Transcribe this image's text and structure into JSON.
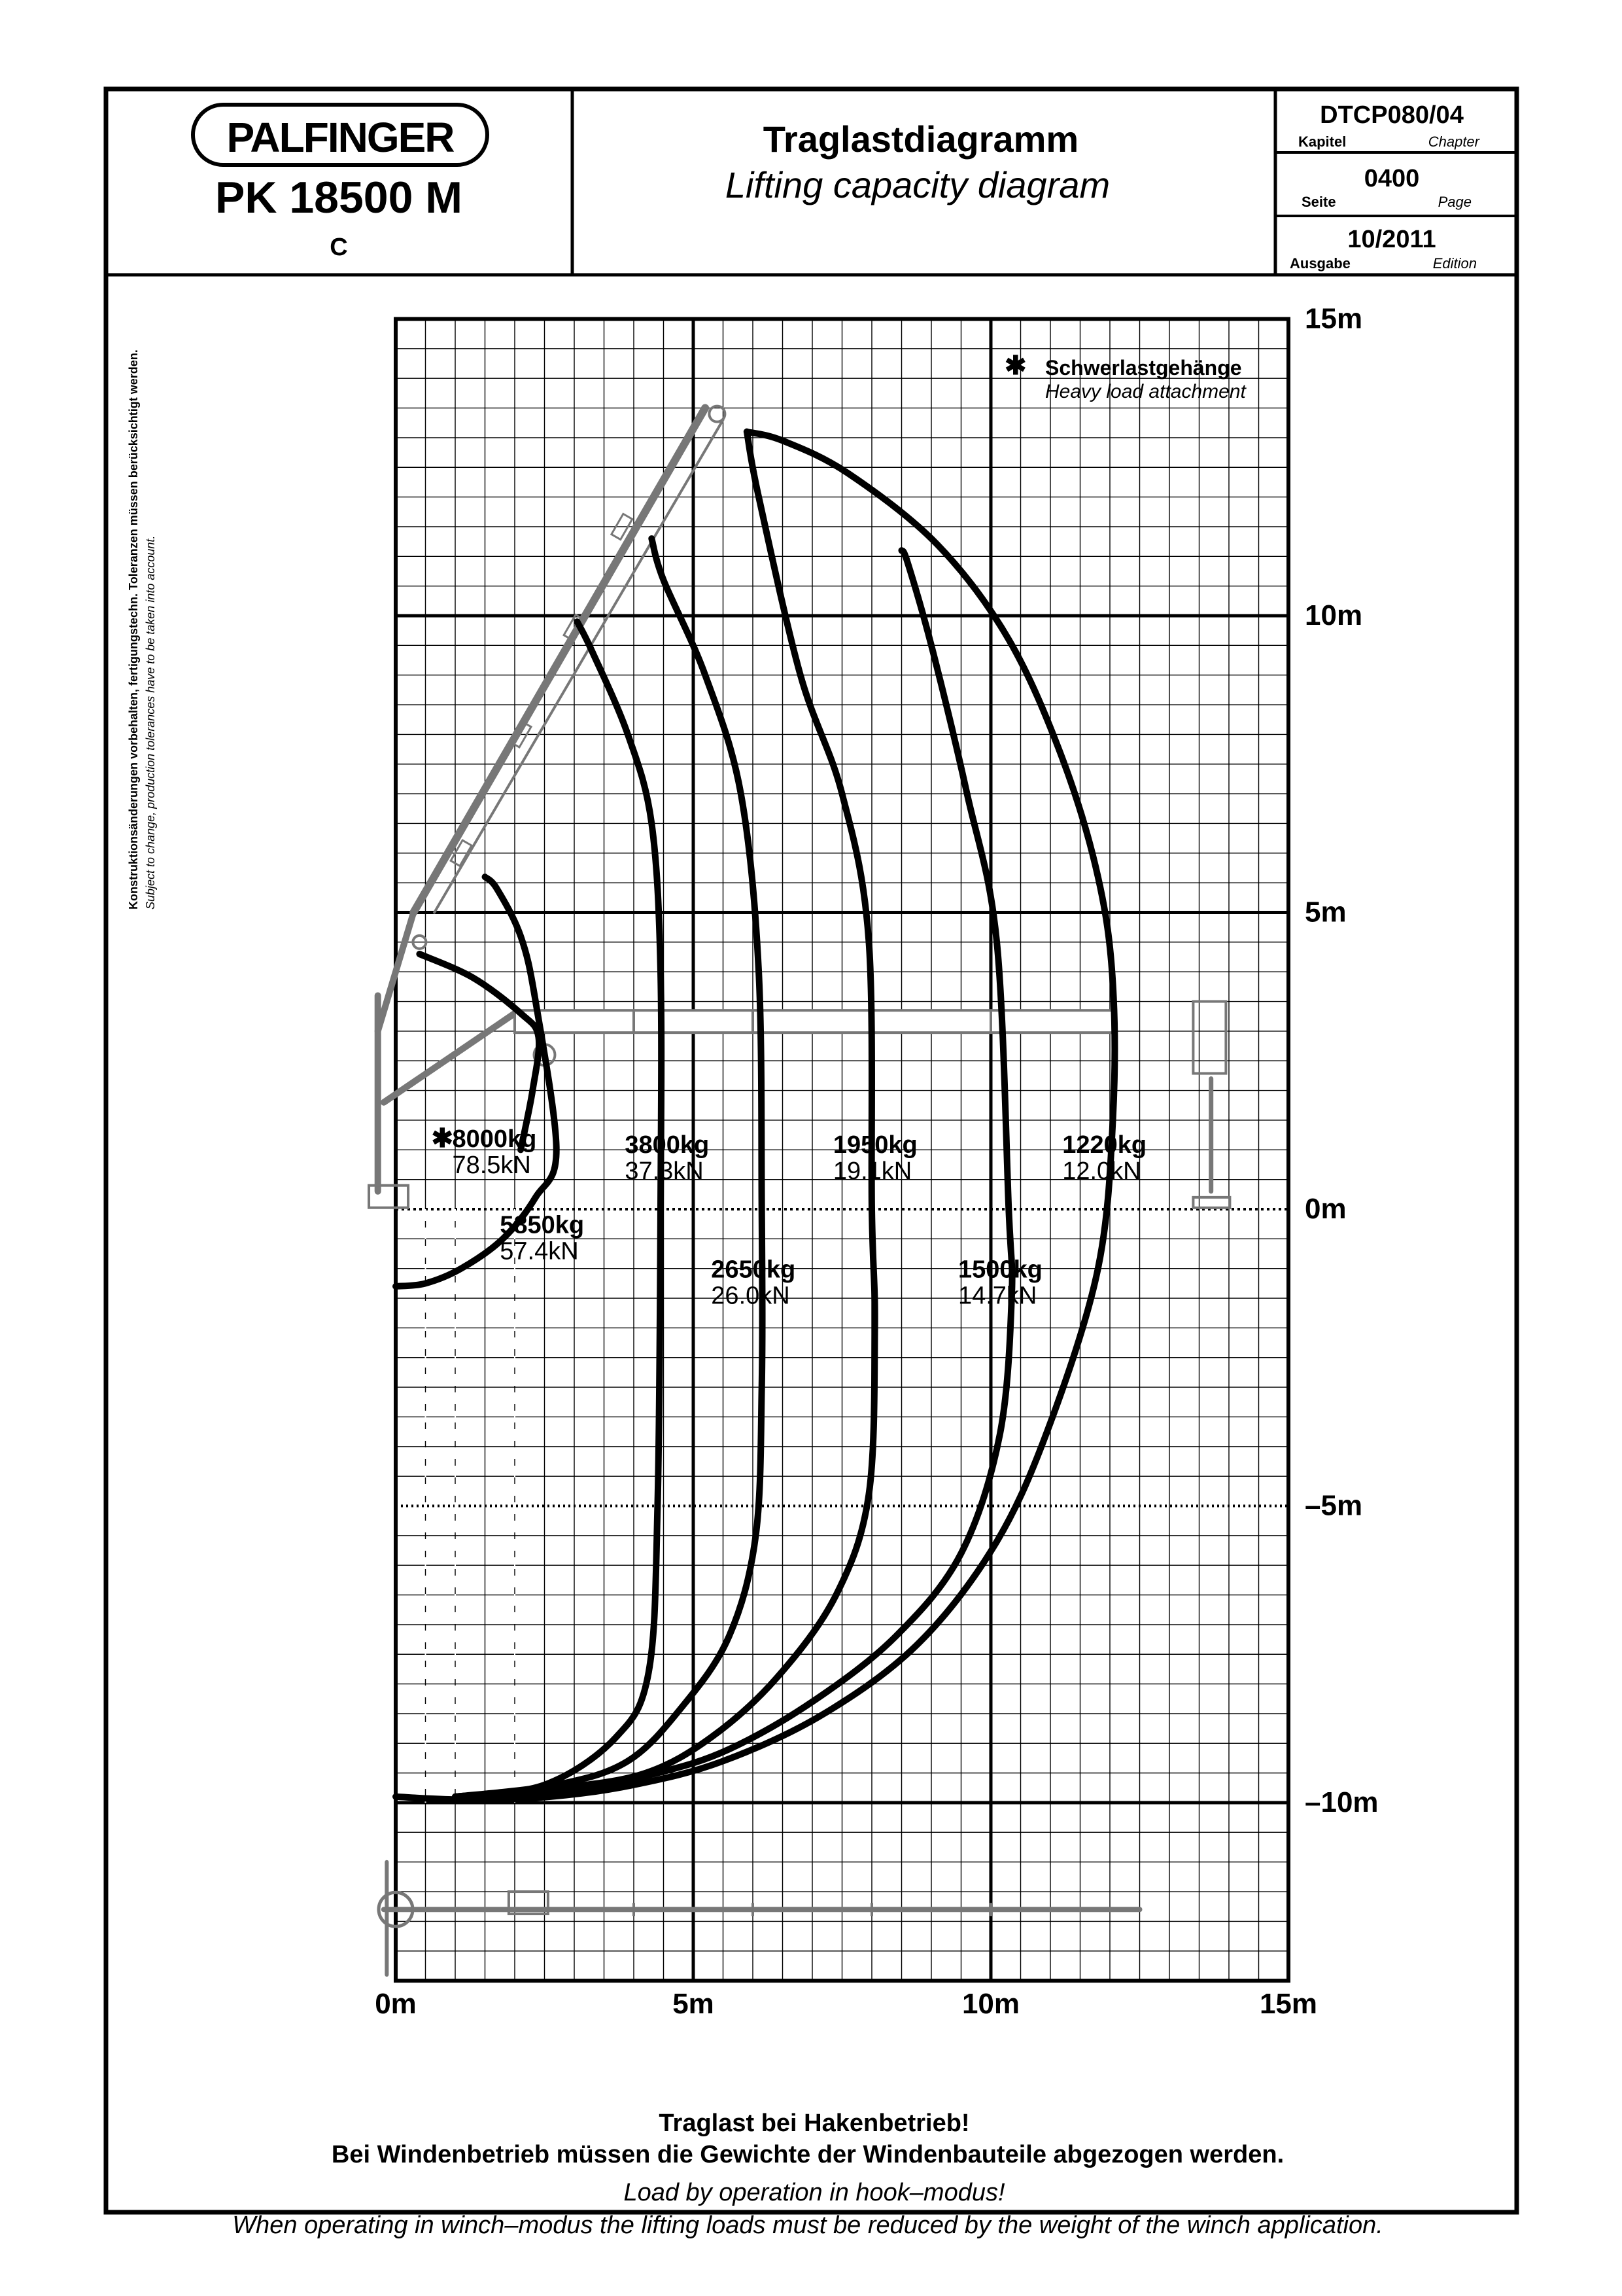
{
  "header": {
    "brand": "PALFINGER",
    "model": "PK 18500 M",
    "variant": "C",
    "title_de": "Traglastdiagramm",
    "title_en": "Lifting capacity diagram",
    "chapter_value": "DTCP080/04",
    "chapter_de": "Kapitel",
    "chapter_en": "Chapter",
    "page_value": "0400",
    "page_de": "Seite",
    "page_en": "Page",
    "edition_value": "10/2011",
    "edition_de": "Ausgabe",
    "edition_en": "Edition"
  },
  "side_note": {
    "de": "Konstruktionsänderungen vorbehalten, fertigungstechn. Toleranzen müssen berücksichtigt werden.",
    "en": "Subject to change, production tolerances have to be taken into account."
  },
  "legend": {
    "symbol": "✱",
    "de": "Schwerlastgehänge",
    "en": "Heavy load attachment"
  },
  "footer": {
    "de_line1": "Traglast bei Hakenbetrieb!",
    "de_line2": "Bei Windenbetrieb müssen die Gewichte der Windenbauteile abgezogen werden.",
    "en_line1": "Load by operation in hook–modus!",
    "en_line2": "When operating in winch–modus the lifting loads must be reduced by the weight of the winch application."
  },
  "colors": {
    "ink": "#000000",
    "grid": "#000000",
    "crane": "#777777",
    "paper": "#ffffff"
  },
  "chart_data": {
    "type": "line",
    "title": "Traglastdiagramm",
    "xlabel": "",
    "ylabel": "",
    "xlim": [
      0,
      15
    ],
    "ylim": [
      -13,
      15
    ],
    "grid": true,
    "x_ticks": [
      {
        "value": 0,
        "label": "0m"
      },
      {
        "value": 5,
        "label": "5m"
      },
      {
        "value": 10,
        "label": "10m"
      },
      {
        "value": 15,
        "label": "15m"
      }
    ],
    "y_ticks": [
      {
        "value": 15,
        "label": "15m"
      },
      {
        "value": 10,
        "label": "10m"
      },
      {
        "value": 5,
        "label": "5m"
      },
      {
        "value": 0,
        "label": "0m"
      },
      {
        "value": -5,
        "label": "–5m"
      },
      {
        "value": -10,
        "label": "–10m"
      }
    ],
    "series": [
      {
        "kg": "8000kg",
        "kn": "78.5kN",
        "heavy": true,
        "points": [
          [
            0.4,
            4.3
          ],
          [
            1.3,
            3.9
          ],
          [
            2.1,
            3.3
          ],
          [
            2.4,
            2.9
          ],
          [
            2.3,
            2.0
          ],
          [
            2.1,
            1.0
          ]
        ]
      },
      {
        "kg": "5850kg",
        "kn": "57.4kN",
        "heavy": false,
        "points": [
          [
            0.0,
            -1.3
          ],
          [
            0.5,
            -1.25
          ],
          [
            1.1,
            -1.0
          ],
          [
            1.8,
            -0.5
          ],
          [
            2.35,
            0.2
          ],
          [
            2.7,
            1.0
          ],
          [
            2.35,
            3.5
          ],
          [
            2.1,
            4.6
          ],
          [
            1.7,
            5.4
          ],
          [
            1.5,
            5.6
          ]
        ]
      },
      {
        "kg": "3800kg",
        "kn": "37.3kN",
        "heavy": false,
        "points": [
          [
            1.0,
            -9.9
          ],
          [
            2.5,
            -9.7
          ],
          [
            3.7,
            -8.9
          ],
          [
            4.25,
            -7.8
          ],
          [
            4.4,
            -5.0
          ],
          [
            4.45,
            0.0
          ],
          [
            4.45,
            4.0
          ],
          [
            4.3,
            6.5
          ],
          [
            3.9,
            8.0
          ],
          [
            3.3,
            9.4
          ],
          [
            3.05,
            9.9
          ]
        ]
      },
      {
        "kg": "2650kg",
        "kn": "26.0kN",
        "heavy": false,
        "points": [
          [
            1.0,
            -9.9
          ],
          [
            2.7,
            -9.7
          ],
          [
            3.9,
            -9.3
          ],
          [
            4.8,
            -8.4
          ],
          [
            5.6,
            -7.2
          ],
          [
            6.05,
            -5.5
          ],
          [
            6.15,
            -3.0
          ],
          [
            6.15,
            0.0
          ],
          [
            6.1,
            4.0
          ],
          [
            5.8,
            7.0
          ],
          [
            5.2,
            9.0
          ],
          [
            4.5,
            10.6
          ],
          [
            4.3,
            11.3
          ]
        ]
      },
      {
        "kg": "1950kg",
        "kn": "19.1kN",
        "heavy": false,
        "points": [
          [
            1.0,
            -9.9
          ],
          [
            2.8,
            -9.75
          ],
          [
            4.2,
            -9.5
          ],
          [
            5.3,
            -8.9
          ],
          [
            6.4,
            -7.9
          ],
          [
            7.4,
            -6.5
          ],
          [
            7.95,
            -4.8
          ],
          [
            8.05,
            -2.0
          ],
          [
            8.0,
            0.0
          ],
          [
            7.95,
            4.5
          ],
          [
            7.5,
            7.0
          ],
          [
            6.8,
            9.0
          ],
          [
            6.1,
            12.0
          ],
          [
            5.9,
            13.1
          ]
        ]
      },
      {
        "kg": "1500kg",
        "kn": "14.7kN",
        "heavy": false,
        "points": [
          [
            1.0,
            -9.9
          ],
          [
            2.9,
            -9.8
          ],
          [
            4.4,
            -9.5
          ],
          [
            5.6,
            -9.1
          ],
          [
            7.0,
            -8.3
          ],
          [
            8.4,
            -7.2
          ],
          [
            9.5,
            -5.8
          ],
          [
            10.15,
            -3.8
          ],
          [
            10.35,
            -1.5
          ],
          [
            10.3,
            0.0
          ],
          [
            10.1,
            4.5
          ],
          [
            9.6,
            7.0
          ],
          [
            9.0,
            9.5
          ],
          [
            8.6,
            10.9
          ],
          [
            8.5,
            11.1
          ]
        ]
      },
      {
        "kg": "1220kg",
        "kn": "12.0kN",
        "heavy": false,
        "points": [
          [
            0.0,
            -9.9
          ],
          [
            1.2,
            -9.95
          ],
          [
            2.6,
            -9.9
          ],
          [
            4.0,
            -9.7
          ],
          [
            5.5,
            -9.3
          ],
          [
            7.2,
            -8.5
          ],
          [
            8.8,
            -7.3
          ],
          [
            10.1,
            -5.6
          ],
          [
            11.0,
            -3.6
          ],
          [
            11.8,
            -1.0
          ],
          [
            12.05,
            1.5
          ],
          [
            12.05,
            3.8
          ],
          [
            11.8,
            5.6
          ],
          [
            11.2,
            7.6
          ],
          [
            10.3,
            9.6
          ],
          [
            9.1,
            11.2
          ],
          [
            7.6,
            12.4
          ],
          [
            6.5,
            12.95
          ],
          [
            5.9,
            13.1
          ]
        ]
      }
    ]
  }
}
